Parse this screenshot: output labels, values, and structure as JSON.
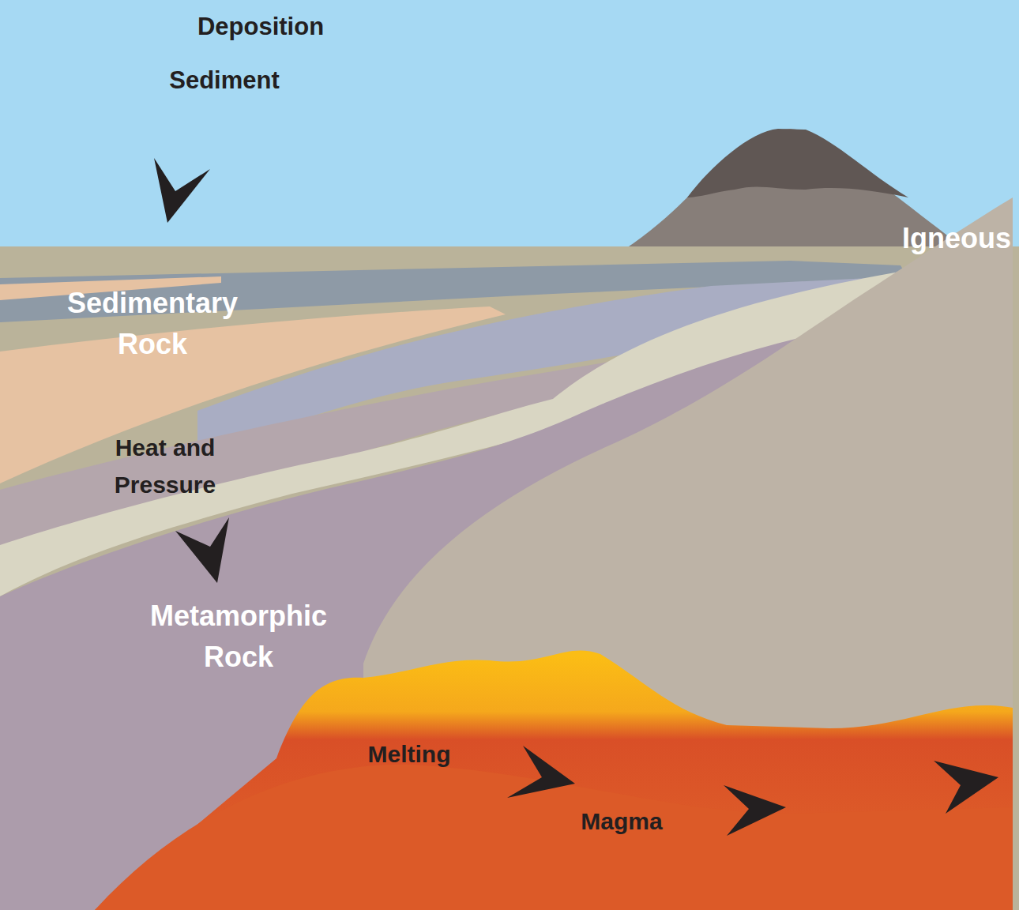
{
  "diagram": {
    "labels": [
      "Deposition",
      "Sediment",
      "Igneous",
      "Sedimentary Rock",
      "Heat and Pressure",
      "Metamorphic Rock",
      "Melting",
      "Magma"
    ]
  }
}
